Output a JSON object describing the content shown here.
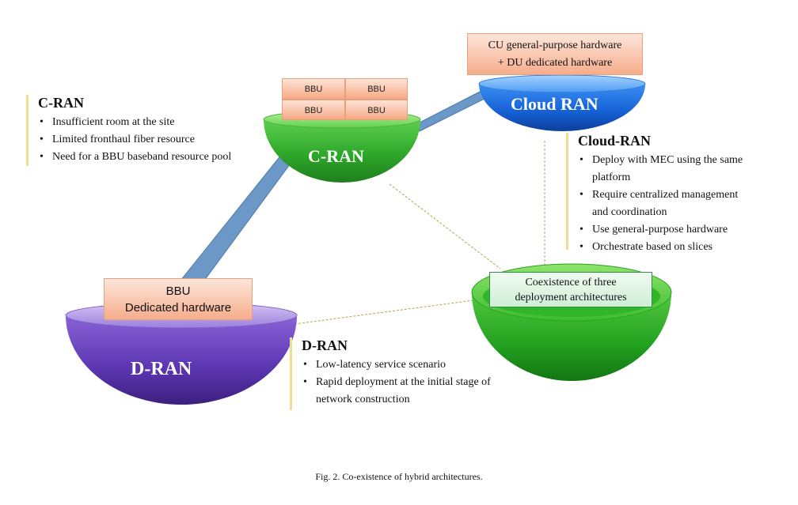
{
  "diagram": {
    "nodes": {
      "cran": {
        "label": "C-RAN",
        "bbu_cells": [
          "BBU",
          "BBU",
          "BBU",
          "BBU"
        ]
      },
      "cloud_ran": {
        "label": "Cloud RAN",
        "hardware_lines": [
          "CU general-purpose hardware",
          "+ DU dedicated hardware"
        ]
      },
      "dran": {
        "label": "D-RAN",
        "hardware_lines": [
          "BBU",
          "Dedicated hardware"
        ]
      },
      "coexistence": {
        "lines": [
          "Coexistence of three",
          "deployment architectures"
        ]
      }
    },
    "panels": {
      "cran": {
        "title": "C-RAN",
        "items": [
          "Insufficient room at the site",
          "Limited fronthaul fiber resource",
          "Need for a BBU baseband resource pool"
        ]
      },
      "cloud_ran": {
        "title": "Cloud-RAN",
        "items": [
          [
            "Deploy with MEC using the same",
            "platform"
          ],
          [
            "Require centralized management",
            "and coordination"
          ],
          [
            "Use general-purpose hardware"
          ],
          [
            "Orchestrate based on slices"
          ]
        ]
      },
      "dran": {
        "title": "D-RAN",
        "items": [
          [
            "Low-latency service scenario"
          ],
          [
            "Rapid deployment at the initial stage of",
            "network construction"
          ]
        ]
      }
    },
    "caption": "Fig. 2. Co-existence of hybrid architectures.",
    "colors": {
      "cran_bowl": "#3cb834",
      "cloud_bowl": "#1a6fe0",
      "dran_bowl": "#6b3fc0",
      "coexist_bowl": "#2fb52a",
      "pipe": "#5f8fc0",
      "panel_bar": "#f2dc8f"
    }
  }
}
